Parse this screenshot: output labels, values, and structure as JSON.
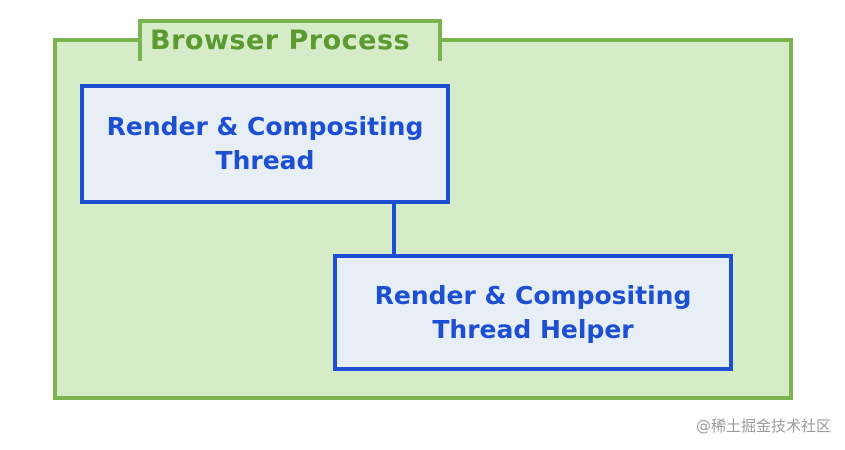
{
  "process": {
    "title": "Browser Process"
  },
  "threads": {
    "main": {
      "line1": "Render & Compositing",
      "line2": "Thread"
    },
    "helper": {
      "line1": "Render & Compositing",
      "line2": "Thread Helper"
    }
  },
  "watermark": "@稀土掘金技术社区",
  "colors": {
    "process_border": "#7bb34f",
    "process_fill": "#d6ebc8",
    "process_title": "#5a9a2e",
    "thread_border": "#1c4fd1",
    "thread_fill": "#e8eef6",
    "thread_text": "#1c4fd1",
    "watermark": "#9a9a9a"
  }
}
